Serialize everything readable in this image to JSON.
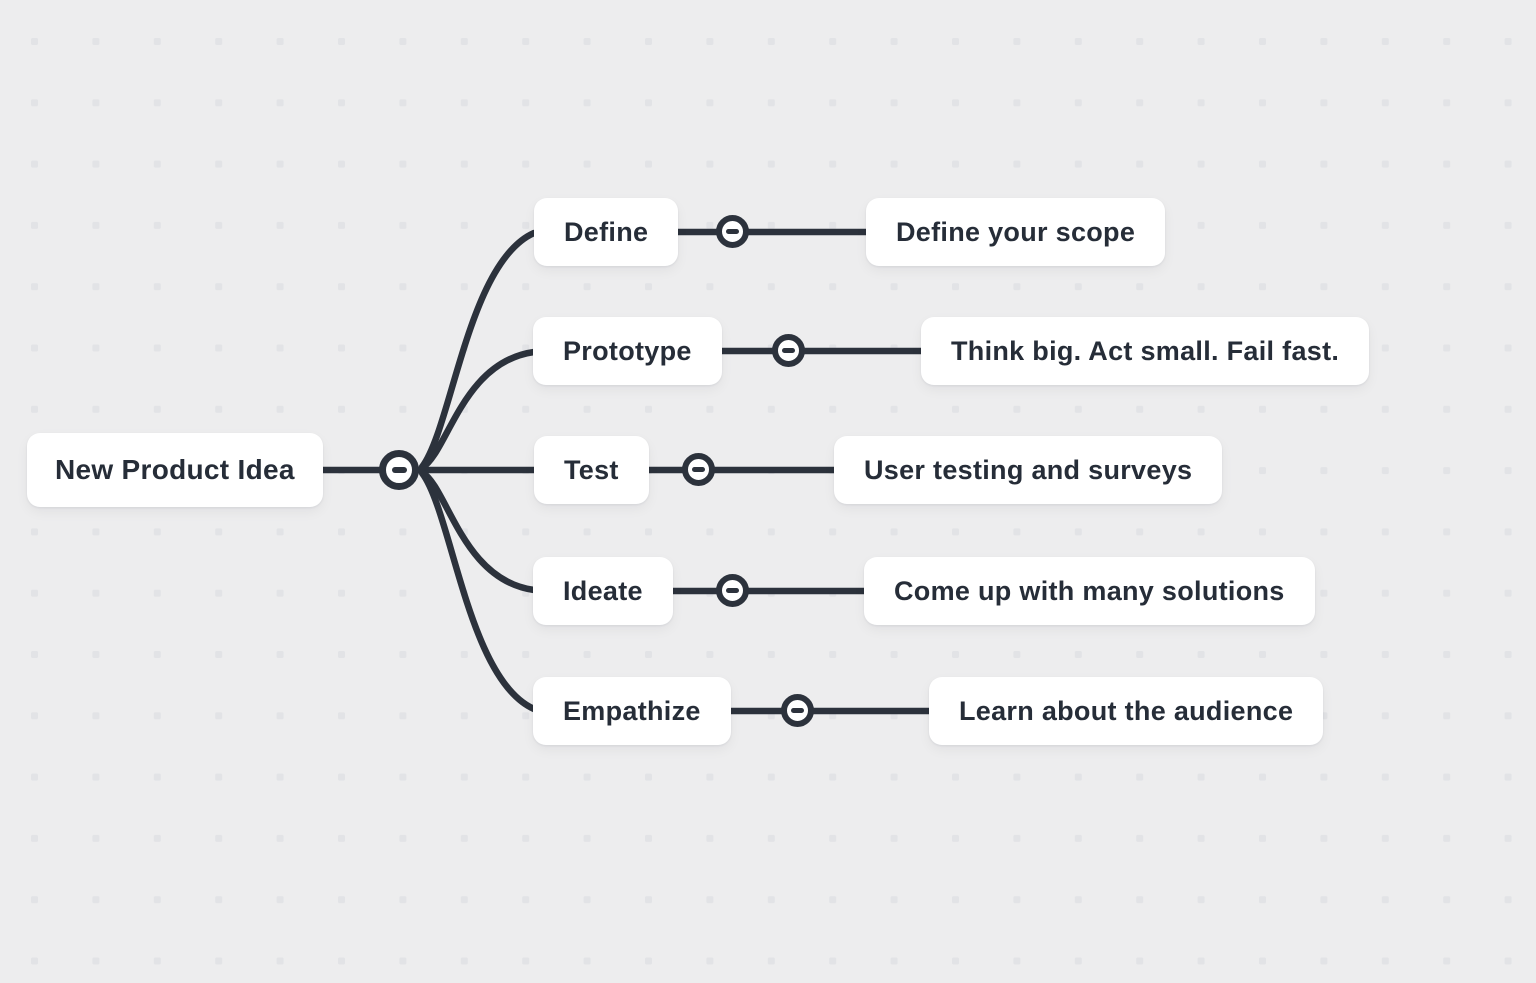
{
  "app": {
    "background_color": "#ededee",
    "dot_grid_color": "#e2e3e6",
    "line_color": "#2c323c",
    "text_color": "#262d38",
    "node_background_color": "#ffffff",
    "toggle_icon": "minus-icon"
  },
  "mindmap": {
    "root": {
      "label": "New Product Idea"
    },
    "branches": [
      {
        "label": "Define",
        "note": "Define your scope"
      },
      {
        "label": "Prototype",
        "note": "Think big. Act small. Fail fast."
      },
      {
        "label": "Test",
        "note": "User testing and surveys"
      },
      {
        "label": "Ideate",
        "note": "Come up with many solutions"
      },
      {
        "label": "Empathize",
        "note": "Learn about the audience"
      }
    ]
  }
}
